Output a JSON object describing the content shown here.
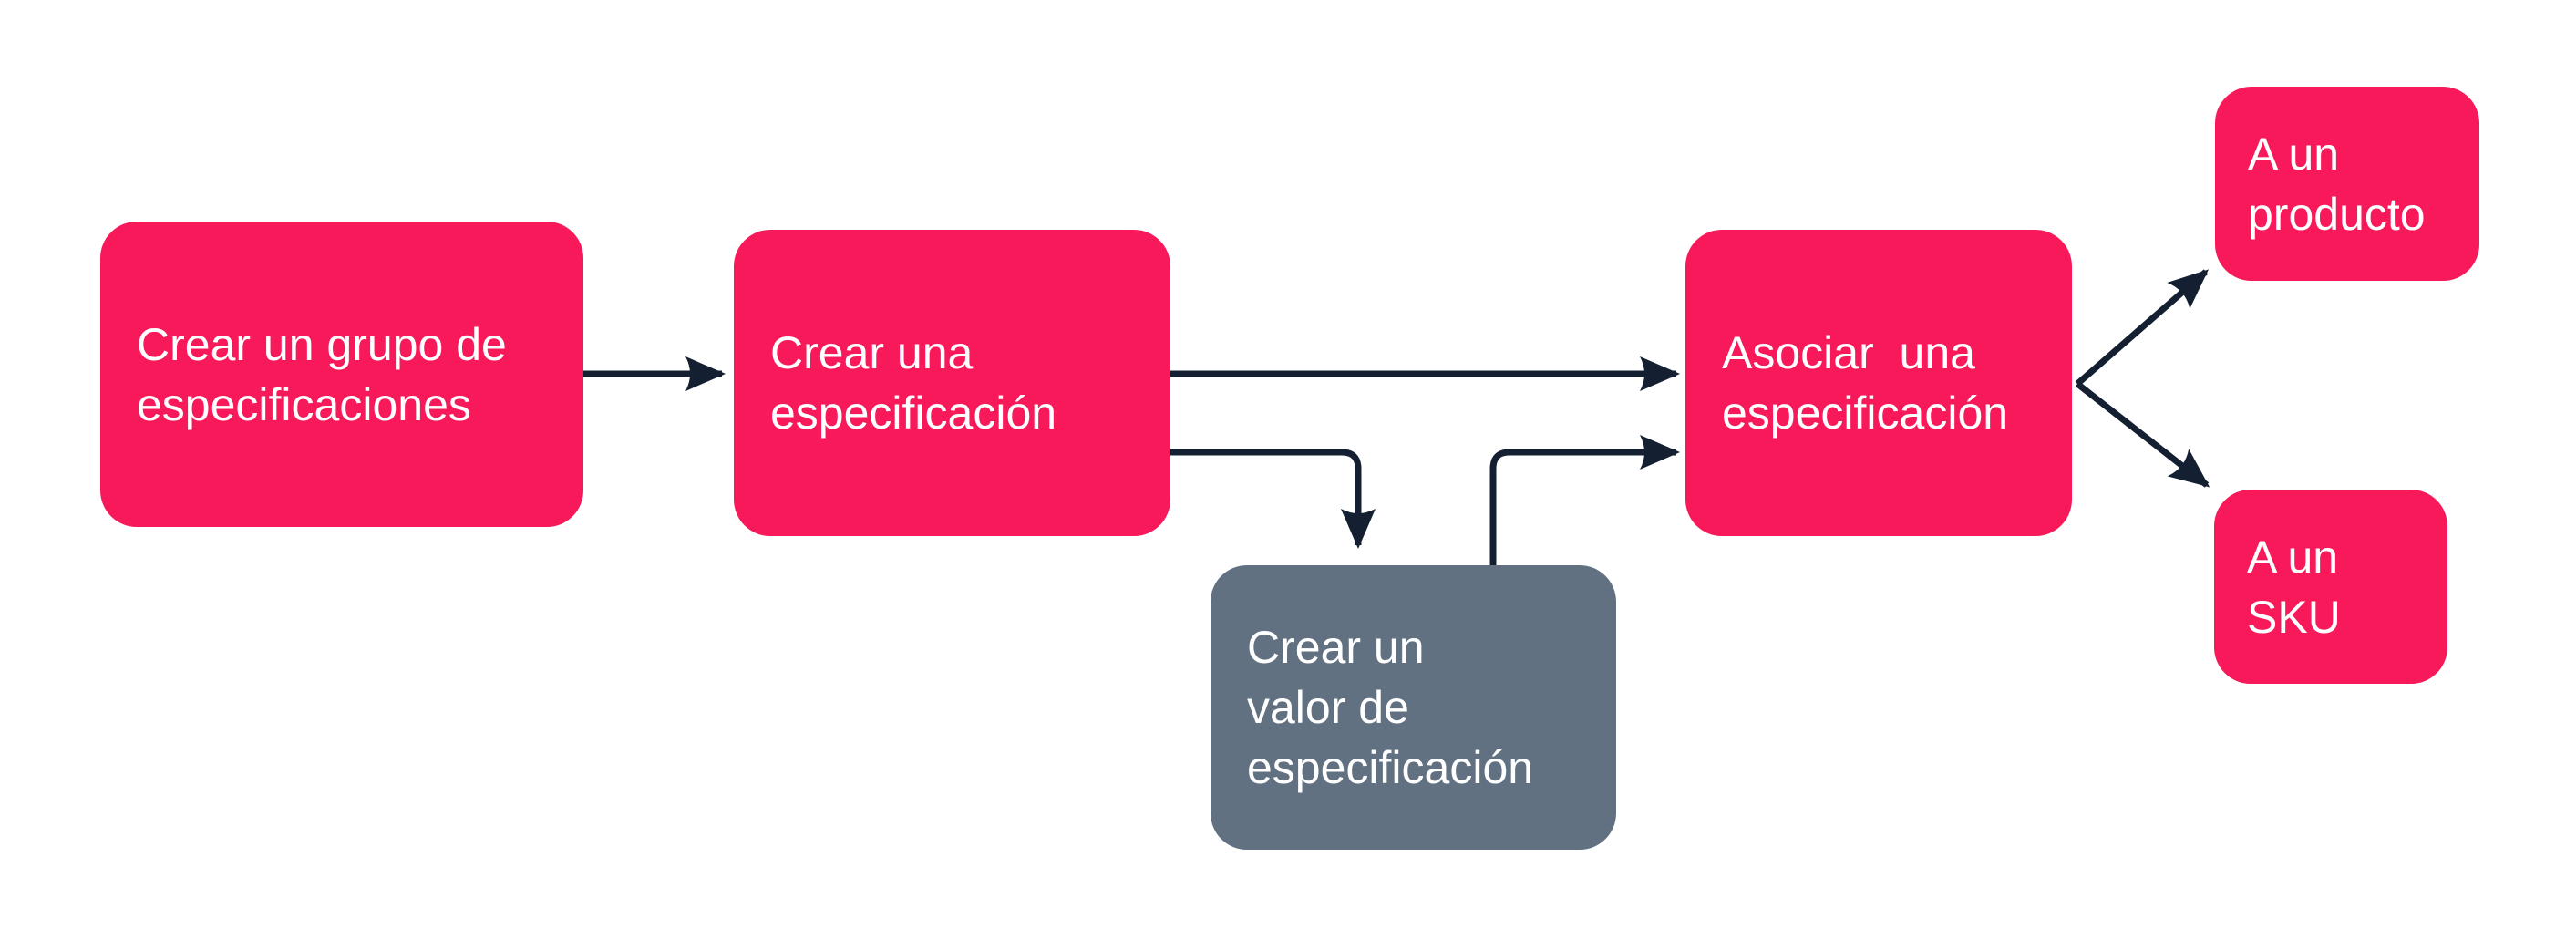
{
  "canvas": {
    "background": "#FFFFFF"
  },
  "colors": {
    "page_bg": "#FFFFFF",
    "node_pink": "#F71959",
    "node_slate": "#617181",
    "arrow": "#142032",
    "label_text": "#FFFFFF"
  },
  "nodes": [
    {
      "id": "create-spec-group",
      "label": "Crear un grupo de\nespecificaciones",
      "color": "pink"
    },
    {
      "id": "create-spec",
      "label": "Crear una\nespecificación",
      "color": "pink"
    },
    {
      "id": "create-spec-value",
      "label": "Crear un\nvalor de\nespecificación",
      "color": "slate"
    },
    {
      "id": "associate-spec",
      "label": "Asociar  una\nespecificación",
      "color": "pink"
    },
    {
      "id": "product",
      "label": "A un\nproducto",
      "color": "pink"
    },
    {
      "id": "sku",
      "label": "A un\nSKU",
      "color": "pink"
    }
  ],
  "edges": [
    {
      "from": "create-spec-group",
      "to": "create-spec"
    },
    {
      "from": "create-spec",
      "to": "associate-spec"
    },
    {
      "from": "create-spec",
      "to": "create-spec-value"
    },
    {
      "from": "create-spec-value",
      "to": "associate-spec"
    },
    {
      "from": "associate-spec",
      "to": "product"
    },
    {
      "from": "associate-spec",
      "to": "sku"
    }
  ]
}
